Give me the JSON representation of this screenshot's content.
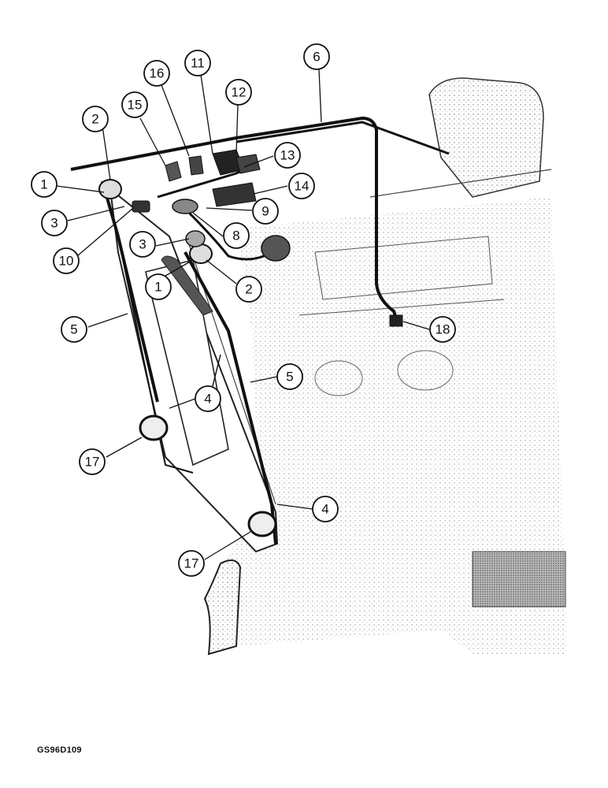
{
  "figure_code": "GS96D109",
  "callouts": [
    {
      "id": "c1a",
      "label": "1"
    },
    {
      "id": "c2a",
      "label": "2"
    },
    {
      "id": "c3a",
      "label": "3"
    },
    {
      "id": "c10",
      "label": "10"
    },
    {
      "id": "c15",
      "label": "15"
    },
    {
      "id": "c16",
      "label": "16"
    },
    {
      "id": "c11",
      "label": "11"
    },
    {
      "id": "c12",
      "label": "12"
    },
    {
      "id": "c6",
      "label": "6"
    },
    {
      "id": "c13",
      "label": "13"
    },
    {
      "id": "c14",
      "label": "14"
    },
    {
      "id": "c9",
      "label": "9"
    },
    {
      "id": "c8",
      "label": "8"
    },
    {
      "id": "c3b",
      "label": "3"
    },
    {
      "id": "c1b",
      "label": "1"
    },
    {
      "id": "c2b",
      "label": "2"
    },
    {
      "id": "c5a",
      "label": "5"
    },
    {
      "id": "c18",
      "label": "18"
    },
    {
      "id": "c5b",
      "label": "5"
    },
    {
      "id": "c4a",
      "label": "4"
    },
    {
      "id": "c17a",
      "label": "17"
    },
    {
      "id": "c4b",
      "label": "4"
    },
    {
      "id": "c17b",
      "label": "17"
    }
  ]
}
